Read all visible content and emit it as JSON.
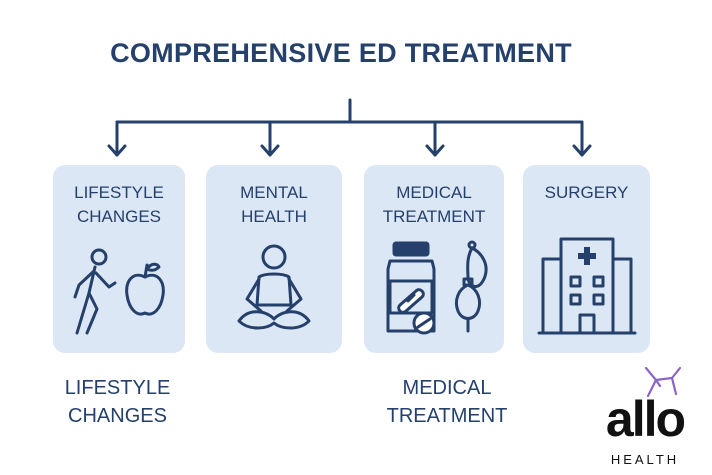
{
  "title": "COMPREHENSIVE ED TREATMENT",
  "cards": [
    {
      "label": "LIFESTYLE\nCHANGES",
      "icon": "walking-person-apple-icon"
    },
    {
      "label": "MENTAL\nHEALTH",
      "icon": "meditation-icon"
    },
    {
      "label": "MEDICAL\nTREATMENT",
      "icon": "pill-bottle-pump-icon"
    },
    {
      "label": "SURGERY",
      "icon": "hospital-icon"
    }
  ],
  "captions": {
    "lifestyle": "LIFESTYLE\nCHANGES",
    "medical": "MEDICAL\nTREATMENT"
  },
  "brand": {
    "word": "allo",
    "sub": "HEALTH"
  },
  "colors": {
    "primary": "#24406b",
    "card_bg": "#dce7f6",
    "brand_accent": "#8a63c9"
  }
}
